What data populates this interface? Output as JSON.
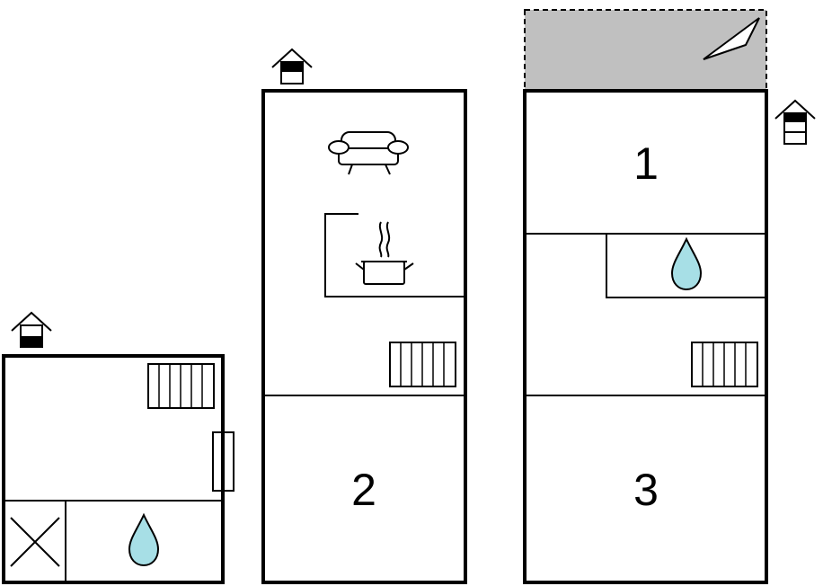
{
  "colors": {
    "wall": "#000000",
    "terrace": "#c0c0c0",
    "water_drop": "#a7dfe6",
    "floor": "#ffffff"
  },
  "rooms": {
    "room_1_label": "1",
    "room_2_label": "2",
    "room_3_label": "3"
  },
  "icons": [
    "house-floor-icon",
    "radiator-icon",
    "water-drop-icon",
    "sofa-icon",
    "cooking-pot-icon",
    "window-icon",
    "x-box-icon",
    "terrace-pennant-icon"
  ]
}
